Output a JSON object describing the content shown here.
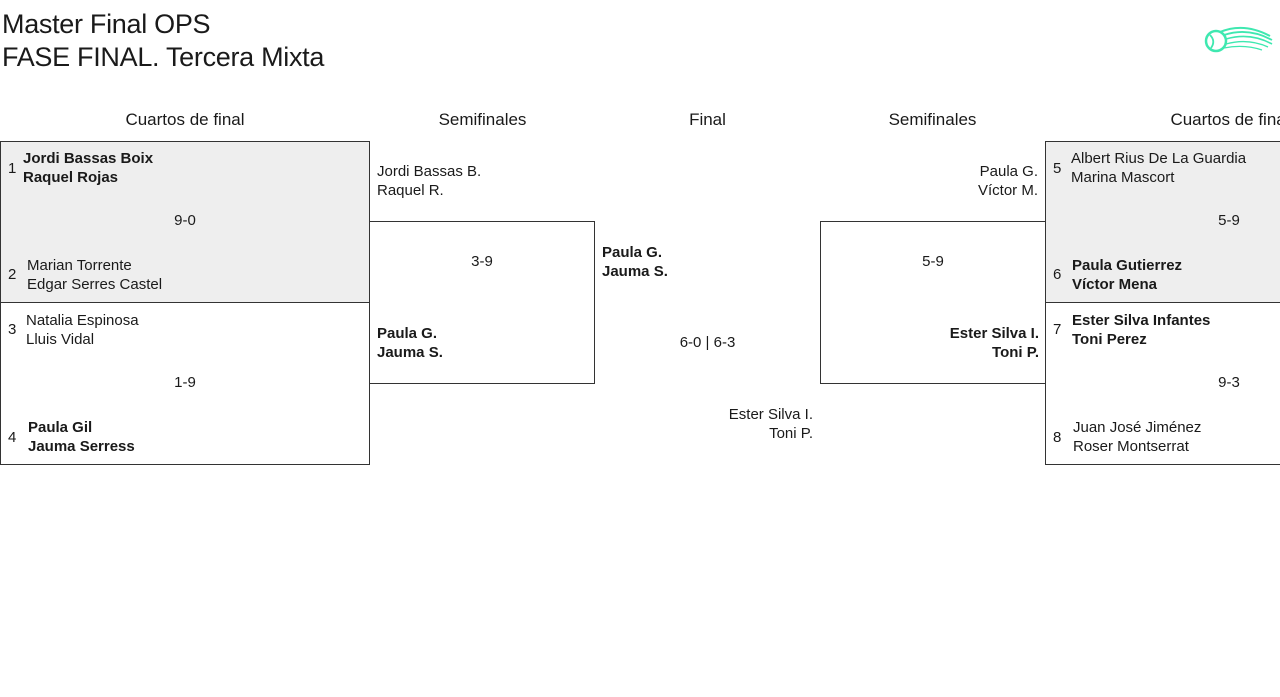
{
  "header": {
    "title_line1": "Master Final OPS",
    "title_line2": "FASE FINAL. Tercera Mixta"
  },
  "rounds": {
    "qf_left": "Cuartos de final",
    "sf_left": "Semifinales",
    "final": "Final",
    "sf_right": "Semifinales",
    "qf_right": "Cuartos de final"
  },
  "quarterfinals": [
    {
      "seed_a": "1",
      "a1": "Jordi Bassas Boix",
      "a2": "Raquel Rojas",
      "score": "9-0",
      "seed_b": "2",
      "b1": "Marian Torrente",
      "b2": "Edgar Serres Castel"
    },
    {
      "seed_a": "3",
      "a1": "Natalia Espinosa",
      "a2": "Lluis Vidal",
      "score": "1-9",
      "seed_b": "4",
      "b1": "Paula Gil",
      "b2": "Jauma Serress"
    },
    {
      "seed_a": "5",
      "a1": "Albert Rius De La Guardia",
      "a2": "Marina Mascort",
      "score": "5-9",
      "seed_b": "6",
      "b1": "Paula Gutierrez",
      "b2": "Víctor Mena"
    },
    {
      "seed_a": "7",
      "a1": "Ester Silva Infantes",
      "a2": "Toni Perez",
      "score": "9-3",
      "seed_b": "8",
      "b1": "Juan José Jiménez",
      "b2": "Roser Montserrat"
    }
  ],
  "semifinals": [
    {
      "a1": "Jordi Bassas B.",
      "a2": "Raquel R.",
      "score": "3-9",
      "b1": "Paula G.",
      "b2": "Jauma S."
    },
    {
      "a1": "Paula G.",
      "a2": "Víctor M.",
      "score": "5-9",
      "b1": "Ester Silva I.",
      "b2": "Toni P."
    }
  ],
  "final": {
    "a1": "Paula G.",
    "a2": "Jauma S.",
    "score": "6-0 | 6-3",
    "b1": "Ester Silva I.",
    "b2": "Toni P."
  },
  "colors": {
    "logo": "#3ee8b0",
    "shade": "#eeeeee",
    "border": "#333333"
  },
  "icons": {
    "logo": "tennis-ball-logo-icon"
  }
}
